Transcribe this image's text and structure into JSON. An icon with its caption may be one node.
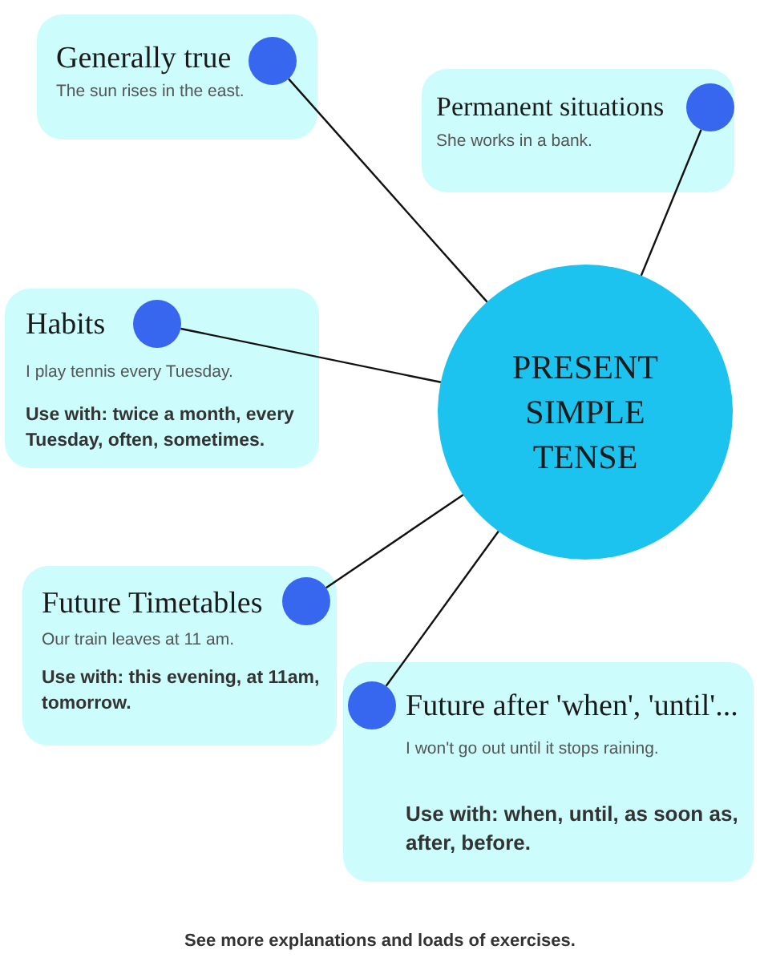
{
  "diagram": {
    "nodes": [
      {
        "text": [
          "Generally true",
          "The sun rises in the east."
        ]
      },
      {
        "text": [],
        "shape": "circle",
        "in": 0
      },
      {
        "text": [
          "Permanent situations",
          "She works in a bank."
        ]
      },
      {
        "text": [],
        "shape": "circle",
        "in": 2
      },
      {
        "text": [
          "Habits",
          "I play tennis every Tuesday.",
          "Use with: twice a month, every Tuesday, often, sometimes."
        ]
      },
      {
        "text": [],
        "shape": "circle",
        "in": 4
      },
      {
        "text": [
          "PRESENT SIMPLE TENSE"
        ]
      },
      {
        "text": [
          "Future Timetables",
          "Our train leaves at 11 am.",
          "Use with: this evening, at 11am, tomorrow."
        ]
      },
      {
        "text": [],
        "shape": "circle",
        "in": 7
      },
      {
        "text": [
          "Future after 'when', 'until'...",
          "I won't go out until it stops raining.",
          "Use with: when, until, as soon as, after, before."
        ]
      },
      {
        "text": [],
        "shape": "circle",
        "in": 9
      }
    ],
    "edges": [
      {
        "from": 6,
        "to": 1,
        "arrow": "none"
      },
      {
        "from": 6,
        "to": 3,
        "arrow": "none"
      },
      {
        "from": 6,
        "to": 5,
        "arrow": "none"
      },
      {
        "from": 6,
        "to": 8,
        "arrow": "none"
      },
      {
        "from": 6,
        "to": 10,
        "arrow": "none"
      }
    ],
    "labels": [
      "See more explanations and loads of exercises."
    ]
  }
}
